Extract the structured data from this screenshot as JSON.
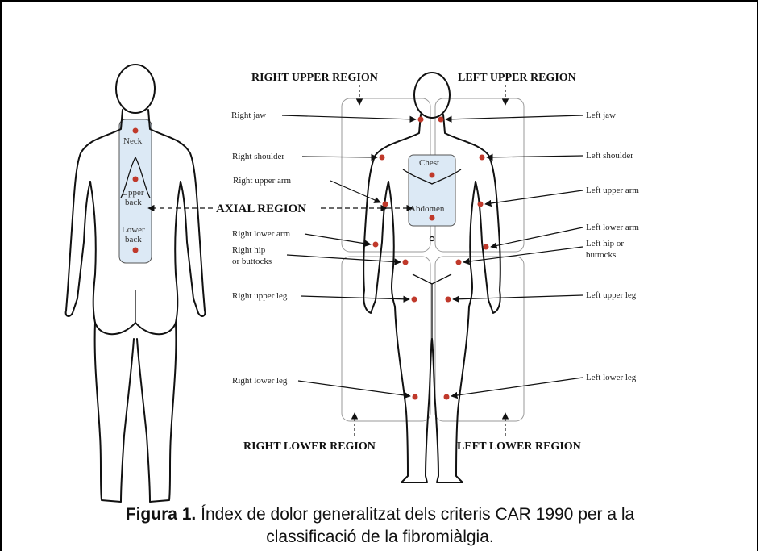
{
  "regions": {
    "right_upper": "RIGHT UPPER REGION",
    "left_upper": "LEFT UPPER REGION",
    "right_lower": "RIGHT LOWER REGION",
    "left_lower": "LEFT LOWER REGION",
    "axial": "AXIAL REGION"
  },
  "back_view": {
    "neck": "Neck",
    "upper_back_1": "Upper",
    "upper_back_2": "back",
    "lower_back_1": "Lower",
    "lower_back_2": "back"
  },
  "front_view": {
    "chest": "Chest",
    "abdomen": "Abdomen"
  },
  "right_labels": {
    "jaw": "Right jaw",
    "shoulder": "Right shoulder",
    "upper_arm": "Right upper arm",
    "lower_arm": "Right lower arm",
    "hip_1": "Right hip",
    "hip_2": "or buttocks",
    "upper_leg": "Right upper leg",
    "lower_leg": "Right lower leg"
  },
  "left_labels": {
    "jaw": "Left jaw",
    "shoulder": "Left shoulder",
    "upper_arm": "Left upper arm",
    "lower_arm": "Left lower arm",
    "hip_1": "Left hip or",
    "hip_2": "buttocks",
    "upper_leg": "Left upper leg",
    "lower_leg": "Left lower leg"
  },
  "caption": {
    "label": "Figura 1.",
    "text_line1": " Índex de dolor generalitzat dels criteris CAR 1990 per a la",
    "text_line2": "classificació de la fibromiàlgia."
  },
  "colors": {
    "tender_point": "#c0392b",
    "axial_box": "#dce9f5"
  }
}
